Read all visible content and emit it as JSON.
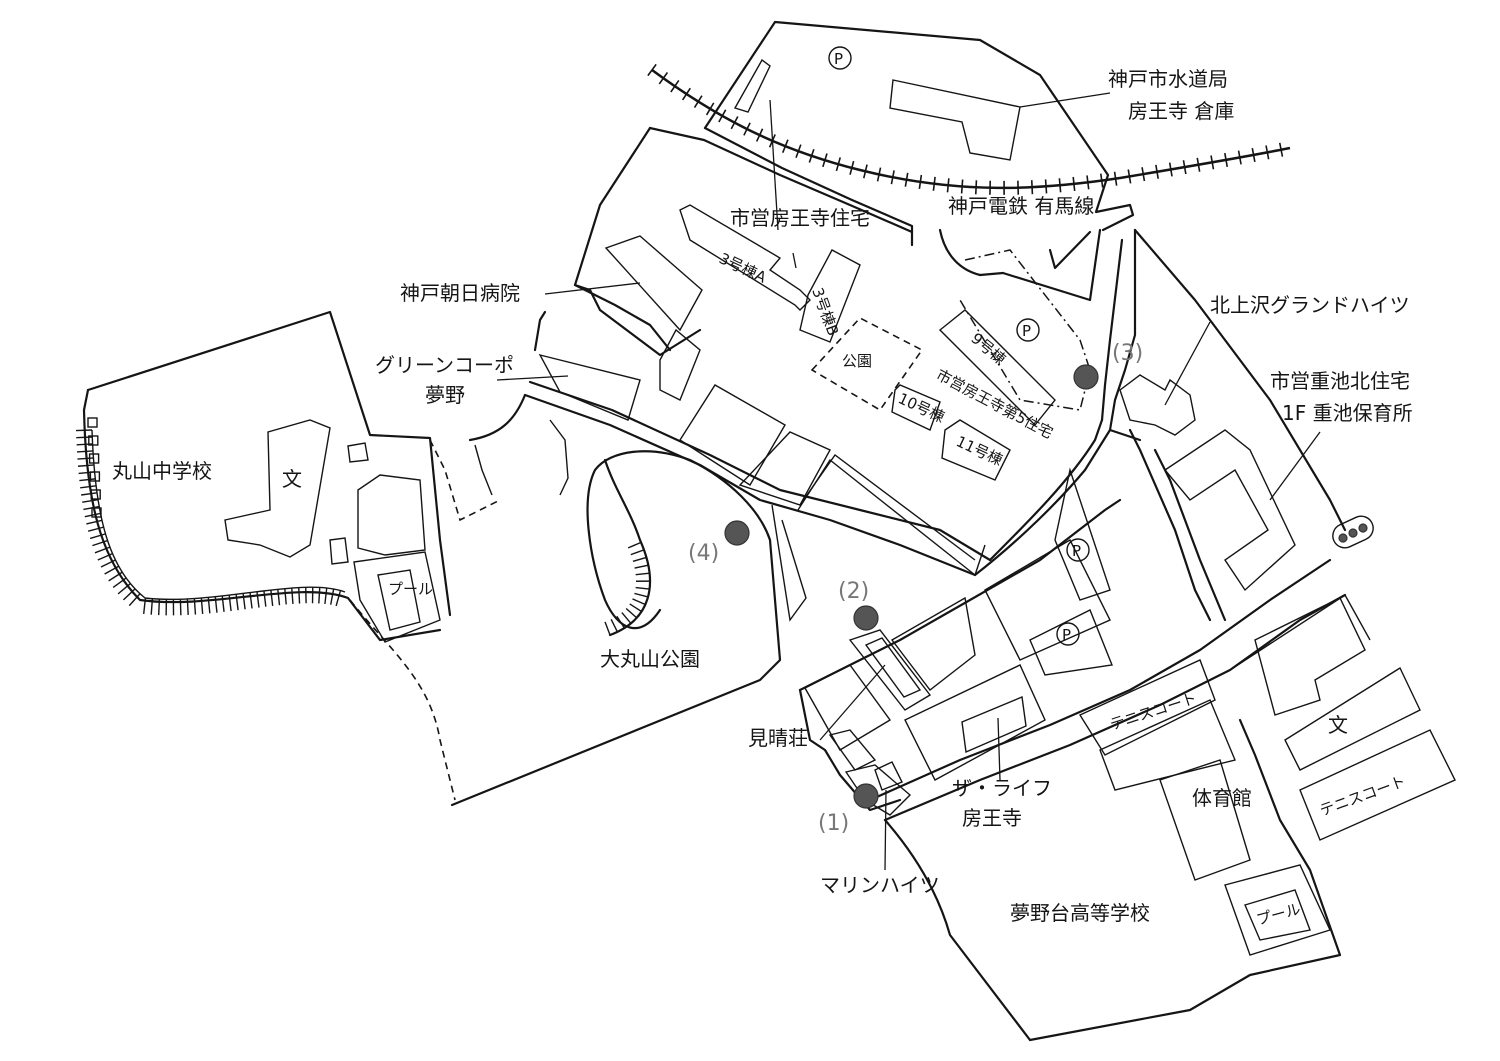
{
  "colors": {
    "ink": "#151515",
    "marker": "#555555",
    "marker_number": "#777777",
    "background": "#ffffff"
  },
  "labels": {
    "water_bureau": "神戸市水道局",
    "water_bureau_2": "房王寺 倉庫",
    "railway": "神戸電鉄 有馬線",
    "city_housing": "市営房王寺住宅",
    "bldg_3a": "3号棟A",
    "bldg_3b": "3号棟B",
    "asahi_hospital": "神戸朝日病院",
    "green_coop": "グリーンコーポ",
    "green_coop_2": "夢野",
    "park_small": "公園",
    "bldg_9": "9号棟",
    "bldg_10": "10号棟",
    "bldg_11": "11号棟",
    "second_housing": "市営房王寺第5住宅",
    "kitakamizawa": "北上沢グランドハイツ",
    "shigeike": "市営重池北住宅",
    "shigeike_2": "1F 重池保育所",
    "maruyama_jhs": "丸山中学校",
    "school_symbol": "文",
    "pool": "プール",
    "ohmaruyama_park": "大丸山公園",
    "miharashi": "見晴荘",
    "the_life": "ザ・ライフ",
    "the_life_2": "房王寺",
    "marine_heights": "マリンハイツ",
    "tennis_court": "テニスコート",
    "gym": "体育館",
    "yumenodai_hs": "夢野台高等学校",
    "parking": "P"
  },
  "markers": [
    "(1)",
    "(2)",
    "(3)",
    "(4)"
  ]
}
